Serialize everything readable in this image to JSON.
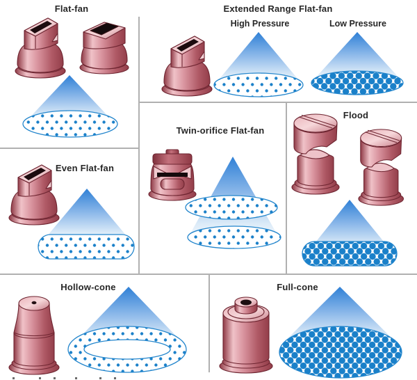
{
  "panels": {
    "flat_fan": {
      "title": "Flat-fan"
    },
    "extended_range": {
      "title": "Extended Range Flat-fan",
      "high_pressure_label": "High Pressure",
      "low_pressure_label": "Low Pressure"
    },
    "even_flat_fan": {
      "title": "Even Flat-fan"
    },
    "twin_orifice": {
      "title": "Twin-orifice Flat-fan"
    },
    "flood": {
      "title": "Flood"
    },
    "hollow_cone": {
      "title": "Hollow-cone"
    },
    "full_cone": {
      "title": "Full-cone"
    }
  },
  "colors": {
    "spray_dot_blue": "#1a80c9",
    "spray_outline_blue": "#2285cc",
    "cone_top_blue": "#2f80d6",
    "nozzle_pink_light": "#f0c2c8",
    "nozzle_pink_dark": "#8f3a46",
    "nozzle_outline_maroon": "#6e2531",
    "panel_border_gray": "#b0b0b0"
  }
}
